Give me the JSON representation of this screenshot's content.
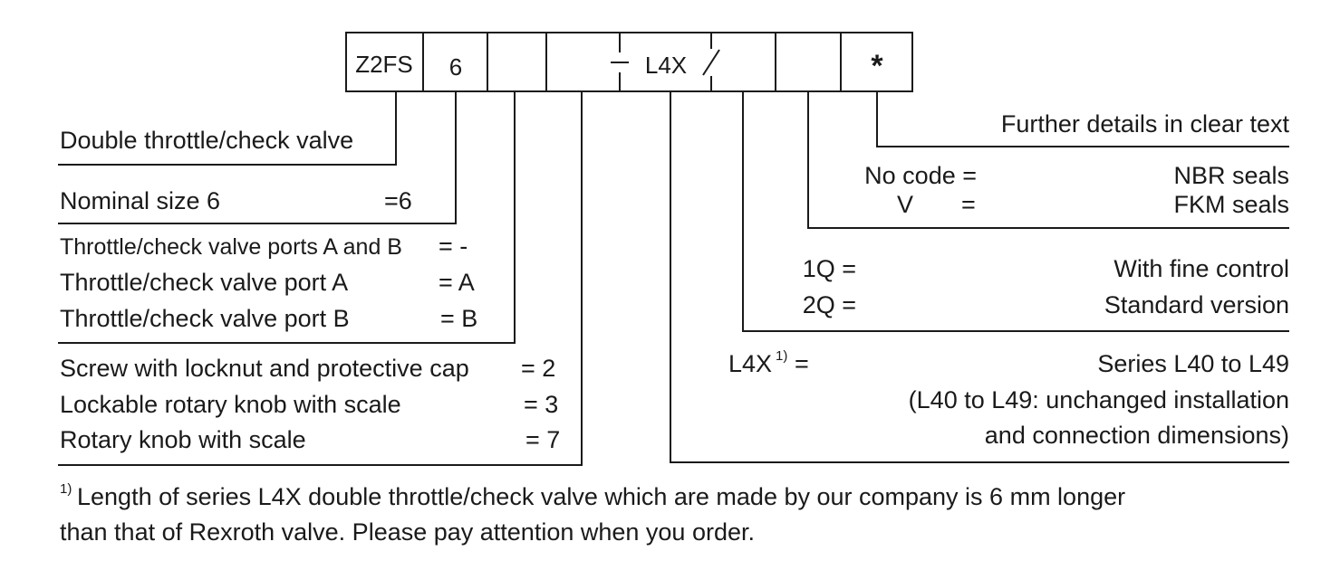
{
  "code_boxes": {
    "b1": "Z2FS",
    "b2": "6",
    "b3": "",
    "b4_sep": "-",
    "b4_series": "L4X",
    "b4_slash": "/",
    "b5": "",
    "b6": "*"
  },
  "left": {
    "valve_type": "Double throttle/check valve",
    "nominal_size": {
      "label": "Nominal size 6",
      "code": "=6"
    },
    "ports": [
      {
        "label": "Throttle/check valve ports A and B",
        "code": "= -"
      },
      {
        "label": "Throttle/check valve port A",
        "code": "= A"
      },
      {
        "label": "Throttle/check valve port B",
        "code": "= B"
      }
    ],
    "adjustment": [
      {
        "label": "Screw with locknut and protective cap",
        "code": "= 2"
      },
      {
        "label": "Lockable rotary knob with scale",
        "code": "= 3"
      },
      {
        "label": "Rotary knob with scale",
        "code": "= 7"
      }
    ]
  },
  "right": {
    "further": "Further details in clear text",
    "seals": [
      {
        "code": "No code =",
        "desc": "NBR seals"
      },
      {
        "code": "V",
        "eq": "=",
        "desc": "FKM seals"
      }
    ],
    "control": [
      {
        "code": "1Q =",
        "desc": "With fine control"
      },
      {
        "code": "2Q =",
        "desc": "Standard version"
      }
    ],
    "series": {
      "code": "L4X",
      "sup": "1)",
      "eq": "=",
      "lines": [
        "Series L40 to L49",
        "(L40 to L49: unchanged installation",
        "and connection dimensions)"
      ]
    }
  },
  "footnote": {
    "mark": "1)",
    "line1": "Length of series L4X double throttle/check valve which are made by our company is 6 mm longer",
    "line2": "than that of Rexroth valve. Please pay attention when you order."
  }
}
